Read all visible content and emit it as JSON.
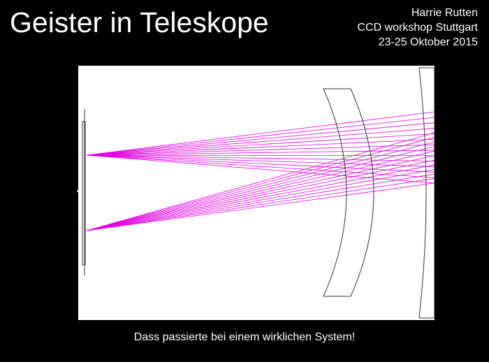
{
  "title": "Geister in Teleskope",
  "author": {
    "name": "Harrie Rutten",
    "event": "CCD workshop Stuttgart",
    "date": "23-25 Oktober 2015"
  },
  "caption": "Dass passierte bei einem wirklichen System!",
  "diagram": {
    "ray_color": "#e000e0",
    "element_color": "#333333",
    "background_color": "#ffffff"
  }
}
